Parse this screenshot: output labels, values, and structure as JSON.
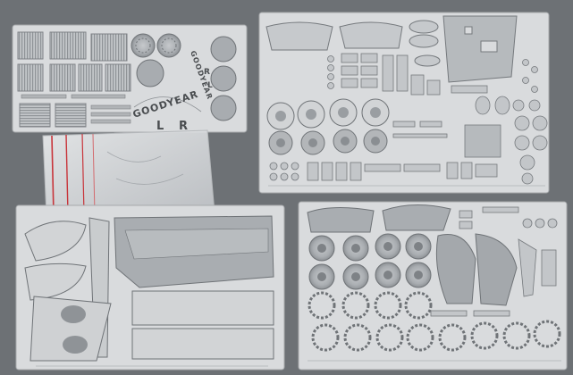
{
  "photo": {
    "background_color": "#6d7175",
    "sheet_color": "#d9dbdd",
    "part_color": "#b9bcbf",
    "bag_stripe_color": "#c8343a"
  },
  "sheet_top_left": {
    "brand_text": "GOODYEAR",
    "letter_left": "L",
    "letter_right": "R",
    "brand_text_small": "GOODYEAR",
    "small_left": "L",
    "small_right": "R"
  }
}
